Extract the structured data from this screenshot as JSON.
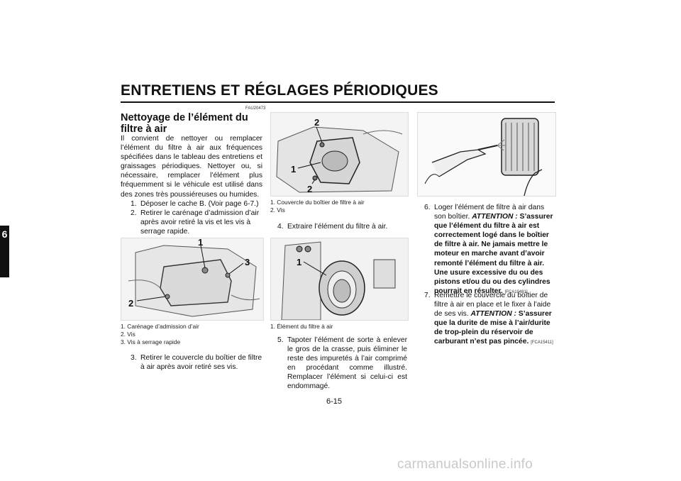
{
  "header": {
    "title": "ENTRETIENS ET RÉGLAGES PÉRIODIQUES"
  },
  "chapter_tab": "6",
  "section": {
    "code": "FAU20473",
    "title": "Nettoyage de l’élément du filtre à air",
    "intro": "Il convient de nettoyer ou remplacer l’élément du filtre à air aux fréquences spécifiées dans le tableau des entretiens et graissages périodiques. Nettoyer ou, si nécessaire, remplacer l’élément plus fréquemment si le véhicule est utilisé dans des zones très poussiéreuses ou humides."
  },
  "steps": [
    {
      "num": "1.",
      "text": "Déposer le cache B. (Voir page 6-7.)"
    },
    {
      "num": "2.",
      "text": "Retirer le carénage d’admission d’air après avoir retiré la vis et les vis à serrage rapide."
    },
    {
      "num": "3.",
      "text": "Retirer le couvercle du boîtier de filtre à air après avoir retiré ses vis."
    },
    {
      "num": "4.",
      "text": "Extraire l’élément du filtre à air."
    },
    {
      "num": "5.",
      "text": "Tapoter l’élément de sorte à enlever le gros de la crasse, puis éliminer le reste des impuretés à l’air comprimé en procédant comme illustré. Remplacer l’élément si celui-ci est endommagé."
    },
    {
      "num": "6.",
      "text": "Loger l’élément de filtre à air dans son boîtier.",
      "attention_label": "ATTENTION :",
      "attention_text": "S’assurer que l’élément du filtre à air est correctement logé dans le boîtier de filtre à air. Ne jamais mettre le moteur en marche avant d’avoir remonté l’élément du filtre à air. Une usure excessive du ou des pistons et/ou du ou des cylindres pourrait en résulter.",
      "code": "[FCA10481]"
    },
    {
      "num": "7.",
      "text": "Remettre le couvercle du boîtier de filtre à air en place et le fixer à l’aide de ses vis.",
      "attention_label": "ATTENTION :",
      "attention_text": "S’assurer que la durite de mise à l’air/durite de trop-plein du réservoir de carburant n’est pas pincée.",
      "code": "[FCA15411]"
    }
  ],
  "figures": {
    "fig1": {
      "callouts": [
        "1",
        "2",
        "3"
      ],
      "captions": [
        "1. Carénage d’admission d’air",
        "2. Vis",
        "3. Vis à serrage rapide"
      ]
    },
    "fig2": {
      "callouts": [
        "2",
        "1",
        "2"
      ],
      "captions": [
        "1. Couvercle du boîtier de filtre à air",
        "2. Vis"
      ]
    },
    "fig3": {
      "callouts": [
        "1"
      ],
      "captions": [
        "1. Élément du filtre à air"
      ]
    }
  },
  "page_number": "6-15",
  "watermark": "carmanualsonline.info"
}
